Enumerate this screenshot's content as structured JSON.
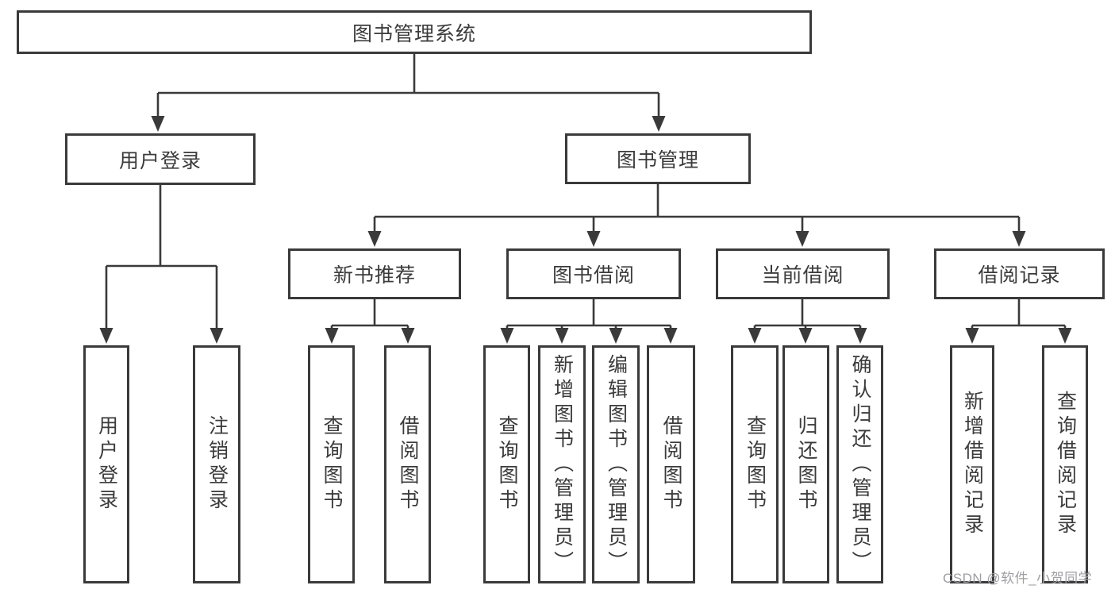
{
  "colors": {
    "line": "#3a3a3a",
    "box_border": "#3a3a3a",
    "box_fill": "#ffffff",
    "text": "#3b3b3b",
    "watermark": "#9e9ea3"
  },
  "root": {
    "label": "图书管理系统"
  },
  "branches": {
    "user_login": {
      "label": "用户登录",
      "children": [
        "用户登录",
        "注销登录"
      ]
    },
    "book_mgmt": {
      "label": "图书管理"
    },
    "new_book": {
      "label": "新书推荐",
      "children": [
        "查询图书",
        "借阅图书"
      ]
    },
    "book_borrow": {
      "label": "图书借阅",
      "children": [
        "查询图书",
        "新增图书（管理员）",
        "编辑图书（管理员）",
        "借阅图书"
      ]
    },
    "current_borrow": {
      "label": "当前借阅",
      "children": [
        "查询图书",
        "归还图书",
        "确认归还（管理员）"
      ]
    },
    "borrow_records": {
      "label": "借阅记录",
      "children": [
        "新增借阅记录",
        "查询借阅记录"
      ]
    }
  },
  "watermark": "CSDN @软件_小贺同学"
}
